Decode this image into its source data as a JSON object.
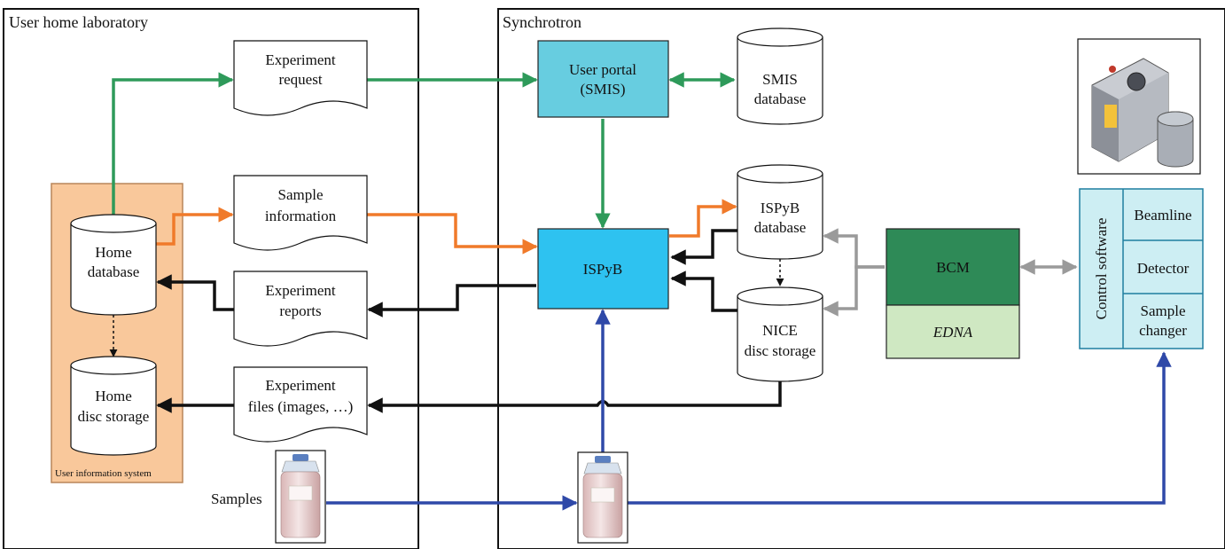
{
  "panels": {
    "home_lab_title": "User home laboratory",
    "synchrotron_title": "Synchrotron",
    "user_info_system": "User information system"
  },
  "documents": {
    "experiment_request": [
      "Experiment",
      "request"
    ],
    "sample_information": [
      "Sample",
      "information"
    ],
    "experiment_reports": [
      "Experiment",
      "reports"
    ],
    "experiment_files": [
      "Experiment",
      "files (images, …)"
    ]
  },
  "databases": {
    "home_database": [
      "Home",
      "database"
    ],
    "home_disc_storage": [
      "Home",
      "disc storage"
    ],
    "smis_database": [
      "SMIS",
      "database"
    ],
    "ispyb_database": [
      "ISPyB",
      "database"
    ],
    "nice_disc_storage": [
      "NICE",
      "disc storage"
    ]
  },
  "boxes": {
    "user_portal": [
      "User portal",
      "(SMIS)"
    ],
    "ispyb": "ISPyB",
    "bcm": "BCM",
    "edna": "EDNA"
  },
  "control_software": {
    "title": "Control software",
    "items": [
      "Beamline",
      "Detector",
      [
        "Sample",
        "changer"
      ]
    ]
  },
  "samples_label": "Samples",
  "colors": {
    "green_flow": "#2e9a5a",
    "orange_flow": "#f07a2a",
    "black_flow": "#111111",
    "blue_flow": "#2f49a8",
    "grey_flow": "#9a9a9a",
    "uis_fill": "#f9c89b",
    "portal_fill": "#67cde0",
    "ispyb_fill": "#2ec2f0",
    "bcm_fill": "#2e8a57",
    "edna_fill": "#cfe8c2",
    "control_fill": "#cdeef3"
  }
}
